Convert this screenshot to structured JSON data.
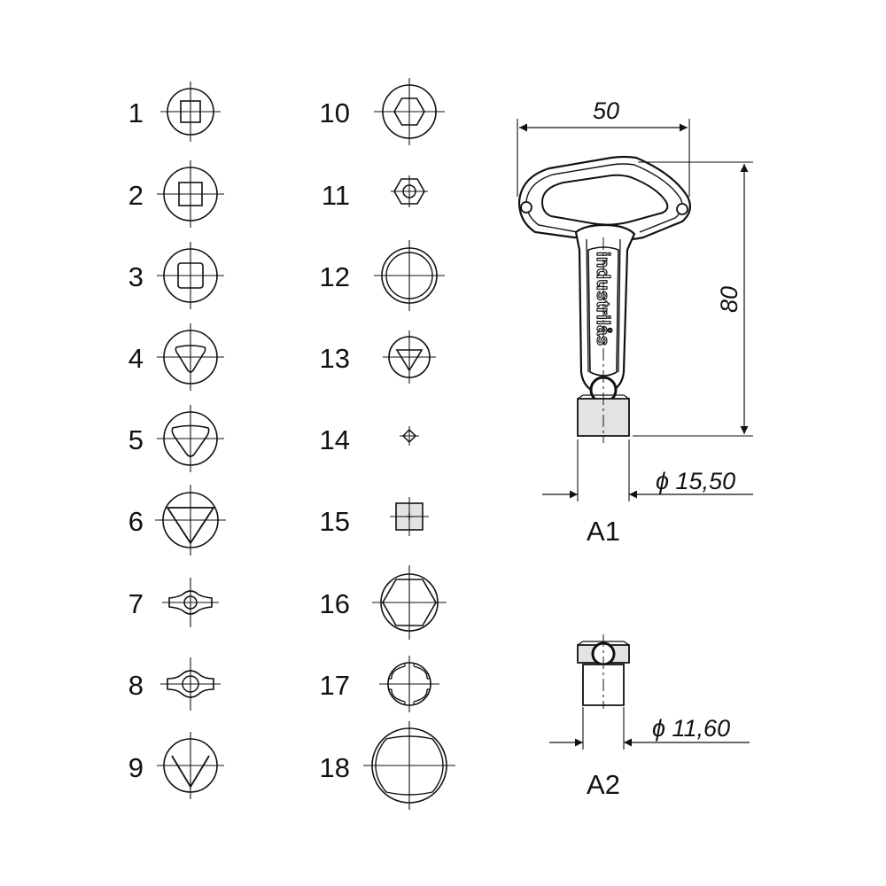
{
  "profiles": [
    {
      "number": "1",
      "shape": "square-small-in-circle"
    },
    {
      "number": "2",
      "shape": "square-in-circle"
    },
    {
      "number": "3",
      "shape": "square-in-circle"
    },
    {
      "number": "4",
      "shape": "triangle-rounded-in-circle"
    },
    {
      "number": "5",
      "shape": "triangle-rounded-in-circle"
    },
    {
      "number": "6",
      "shape": "triangle-in-circle"
    },
    {
      "number": "7",
      "shape": "wing-small"
    },
    {
      "number": "8",
      "shape": "wing"
    },
    {
      "number": "9",
      "shape": "triangle-open-in-circle"
    },
    {
      "number": "10",
      "shape": "hexagon-in-circle"
    },
    {
      "number": "11",
      "shape": "hexagon-small"
    },
    {
      "number": "12",
      "shape": "double-circle"
    },
    {
      "number": "13",
      "shape": "triangle-small-in-circle"
    },
    {
      "number": "14",
      "shape": "diamond-tiny"
    },
    {
      "number": "15",
      "shape": "square-shaded"
    },
    {
      "number": "16",
      "shape": "hexagon-in-circle-large"
    },
    {
      "number": "17",
      "shape": "notched-circle"
    },
    {
      "number": "18",
      "shape": "flattened-circle-large"
    }
  ],
  "key_drawing": {
    "width_dimension": "50",
    "height_dimension": "80",
    "brand_text": "industrilås",
    "variants": [
      {
        "label": "A1",
        "diameter": "ϕ 15,50"
      },
      {
        "label": "A2",
        "diameter": "ϕ 11,60"
      }
    ]
  }
}
